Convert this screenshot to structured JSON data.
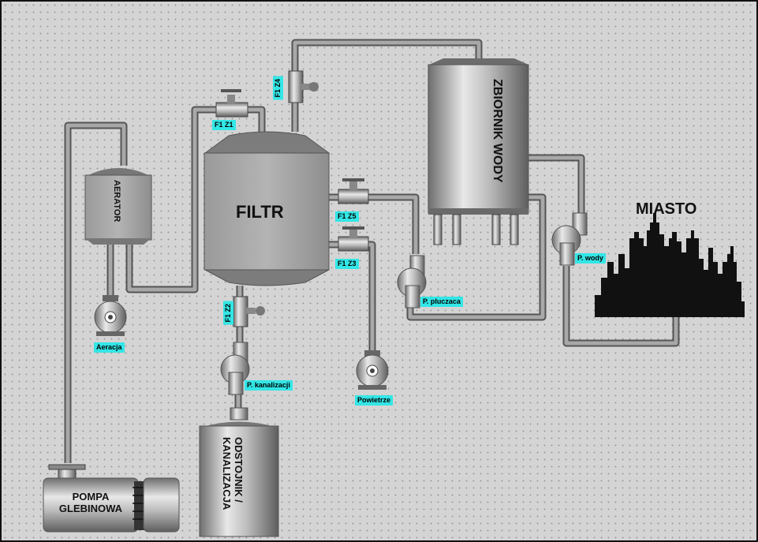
{
  "equipment": {
    "filter": "FILTR",
    "water_tank": "ZBIORNIK WODY",
    "aerator": "AERATOR",
    "settler": "ODSTOJNIK / KANALIZACJA",
    "deep_pump": "POMPA GLEBINOWA",
    "city": "MIASTO"
  },
  "valves": {
    "f1z1": "F1 Z1",
    "f1z2": "F1 Z2",
    "f1z3": "F1 Z3",
    "f1z4": "F1 Z4",
    "f1z5": "F1 Z5"
  },
  "pumps": {
    "aeration": "Aeracja",
    "sewage": "P. kanalizacji",
    "air": "Powietrze",
    "flushing": "P. pluczaca",
    "water": "P. wody"
  },
  "colors": {
    "background": "#d4d4d4",
    "label_bg": "#33e6e6",
    "pipe": "#8a8a8a"
  }
}
